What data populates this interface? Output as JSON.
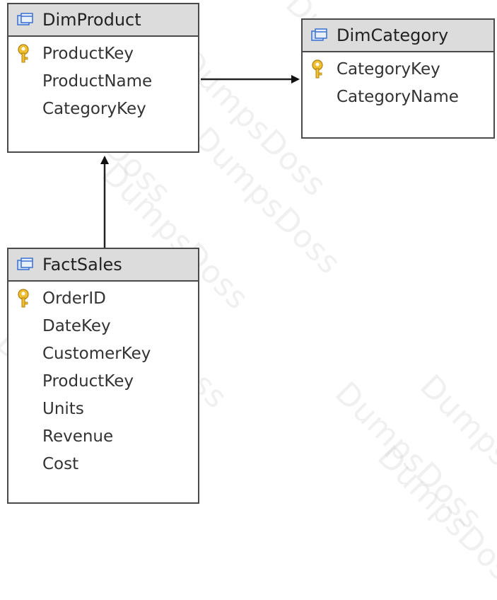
{
  "watermark": "DumpsDoss",
  "tables": {
    "dim_product": {
      "title": "DimProduct",
      "fields": [
        {
          "name": "ProductKey",
          "primary_key": true
        },
        {
          "name": "ProductName",
          "primary_key": false
        },
        {
          "name": "CategoryKey",
          "primary_key": false
        }
      ]
    },
    "dim_category": {
      "title": "DimCategory",
      "fields": [
        {
          "name": "CategoryKey",
          "primary_key": true
        },
        {
          "name": "CategoryName",
          "primary_key": false
        }
      ]
    },
    "fact_sales": {
      "title": "FactSales",
      "fields": [
        {
          "name": "OrderID",
          "primary_key": true
        },
        {
          "name": "DateKey",
          "primary_key": false
        },
        {
          "name": "CustomerKey",
          "primary_key": false
        },
        {
          "name": "ProductKey",
          "primary_key": false
        },
        {
          "name": "Units",
          "primary_key": false
        },
        {
          "name": "Revenue",
          "primary_key": false
        },
        {
          "name": "Cost",
          "primary_key": false
        }
      ]
    }
  },
  "relationships": [
    {
      "from": "FactSales",
      "to": "DimProduct"
    },
    {
      "from": "DimProduct",
      "to": "DimCategory"
    }
  ],
  "colors": {
    "header_bg": "#dcdcdc",
    "border": "#4a4a4a",
    "key_icon": "#e8b020",
    "table_icon": "#3a6fd0"
  }
}
